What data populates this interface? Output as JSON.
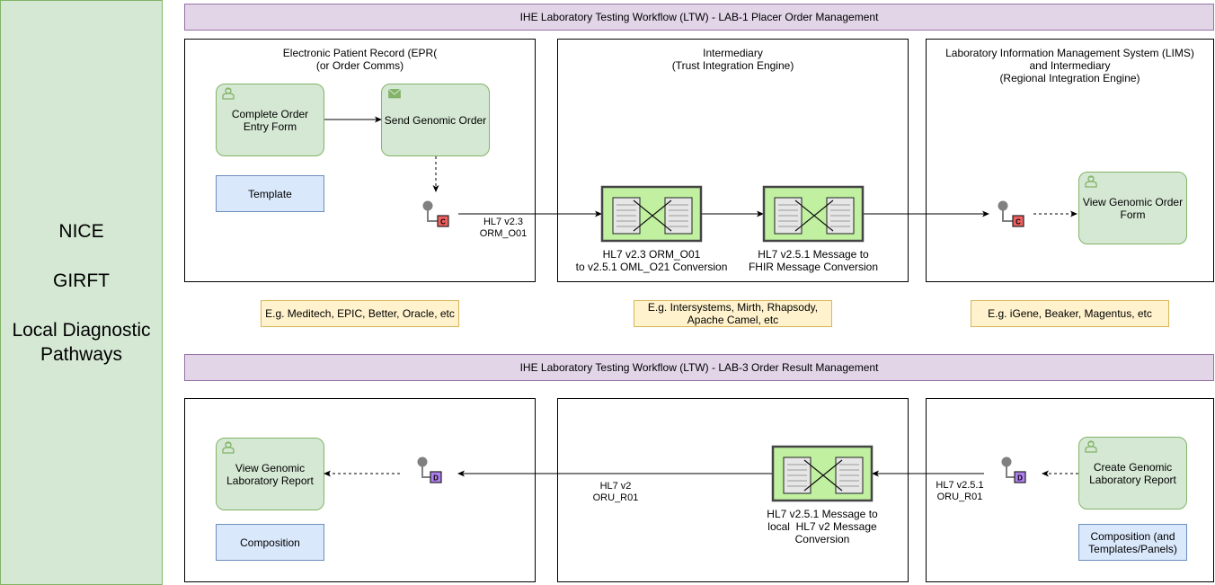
{
  "sidebar": {
    "lines": [
      "NICE",
      "GIRFT",
      "Local Diagnostic",
      "Pathways"
    ]
  },
  "banners": {
    "lab1": "IHE Laboratory Testing Workflow (LTW) - LAB-1 Placer Order Management",
    "lab3": "IHE Laboratory Testing Workflow (LTW) - LAB-3 Order Result Management"
  },
  "order": {
    "epr": {
      "title1": "Electronic Patient Record (EPR(",
      "title2": "(or Order Comms)",
      "task1": "Complete Order Entry Form",
      "task2": "Send Genomic Order",
      "template": "Template",
      "note": "E.g. Meditech, EPIC, Better, Oracle, etc"
    },
    "intermediary": {
      "title1": "Intermediary",
      "title2": "(Trust Integration Engine)",
      "conv1_line1": "HL7 v2.3 ORM_O01",
      "conv1_line2": "to v2.5.1 OML_O21 Conversion",
      "conv2_line1": "HL7 v2.5.1 Message to",
      "conv2_line2": "FHIR Message Conversion",
      "note_line1": "E.g. Intersystems, Mirth, Rhapsody,",
      "note_line2": "Apache Camel, etc"
    },
    "lims": {
      "title1": "Laboratory Information Management System (LIMS)",
      "title2": "and Intermediary",
      "title3": "(Regional Integration Engine)",
      "task": "View Genomic Order Form",
      "note": "E.g. iGene, Beaker, Magentus, etc"
    },
    "message_label_line1": "HL7 v2.3",
    "message_label_line2": "ORM_O01",
    "channel_badge": "C"
  },
  "result": {
    "epr": {
      "task": "View Genomic Laboratory Report",
      "composition": "Composition"
    },
    "intermediary": {
      "conv_line1": "HL7 v2.5.1 Message to",
      "conv_line2": "local  HL7 v2 Message",
      "conv_line3": "Conversion",
      "msg_line1": "HL7 v2",
      "msg_line2": "ORU_R01"
    },
    "lims": {
      "task": "Create Genomic Laboratory Report",
      "composition": "Composition (and Templates/Panels)",
      "msg_line1": "HL7 v2.5.1",
      "msg_line2": "ORU_R01"
    },
    "channel_badge": "D"
  },
  "colors": {
    "task_fill": "#d5e8d4",
    "task_stroke": "#82b366",
    "banner_fill": "#e1d5e7",
    "banner_stroke": "#9673a6",
    "note_fill": "#fff2cc",
    "note_stroke": "#d6b656",
    "blue_fill": "#dae8fc",
    "blue_stroke": "#6c8ebf",
    "translator_fill": "#c0f0a0",
    "channel_c": "#f06060",
    "channel_d": "#b080f0"
  }
}
